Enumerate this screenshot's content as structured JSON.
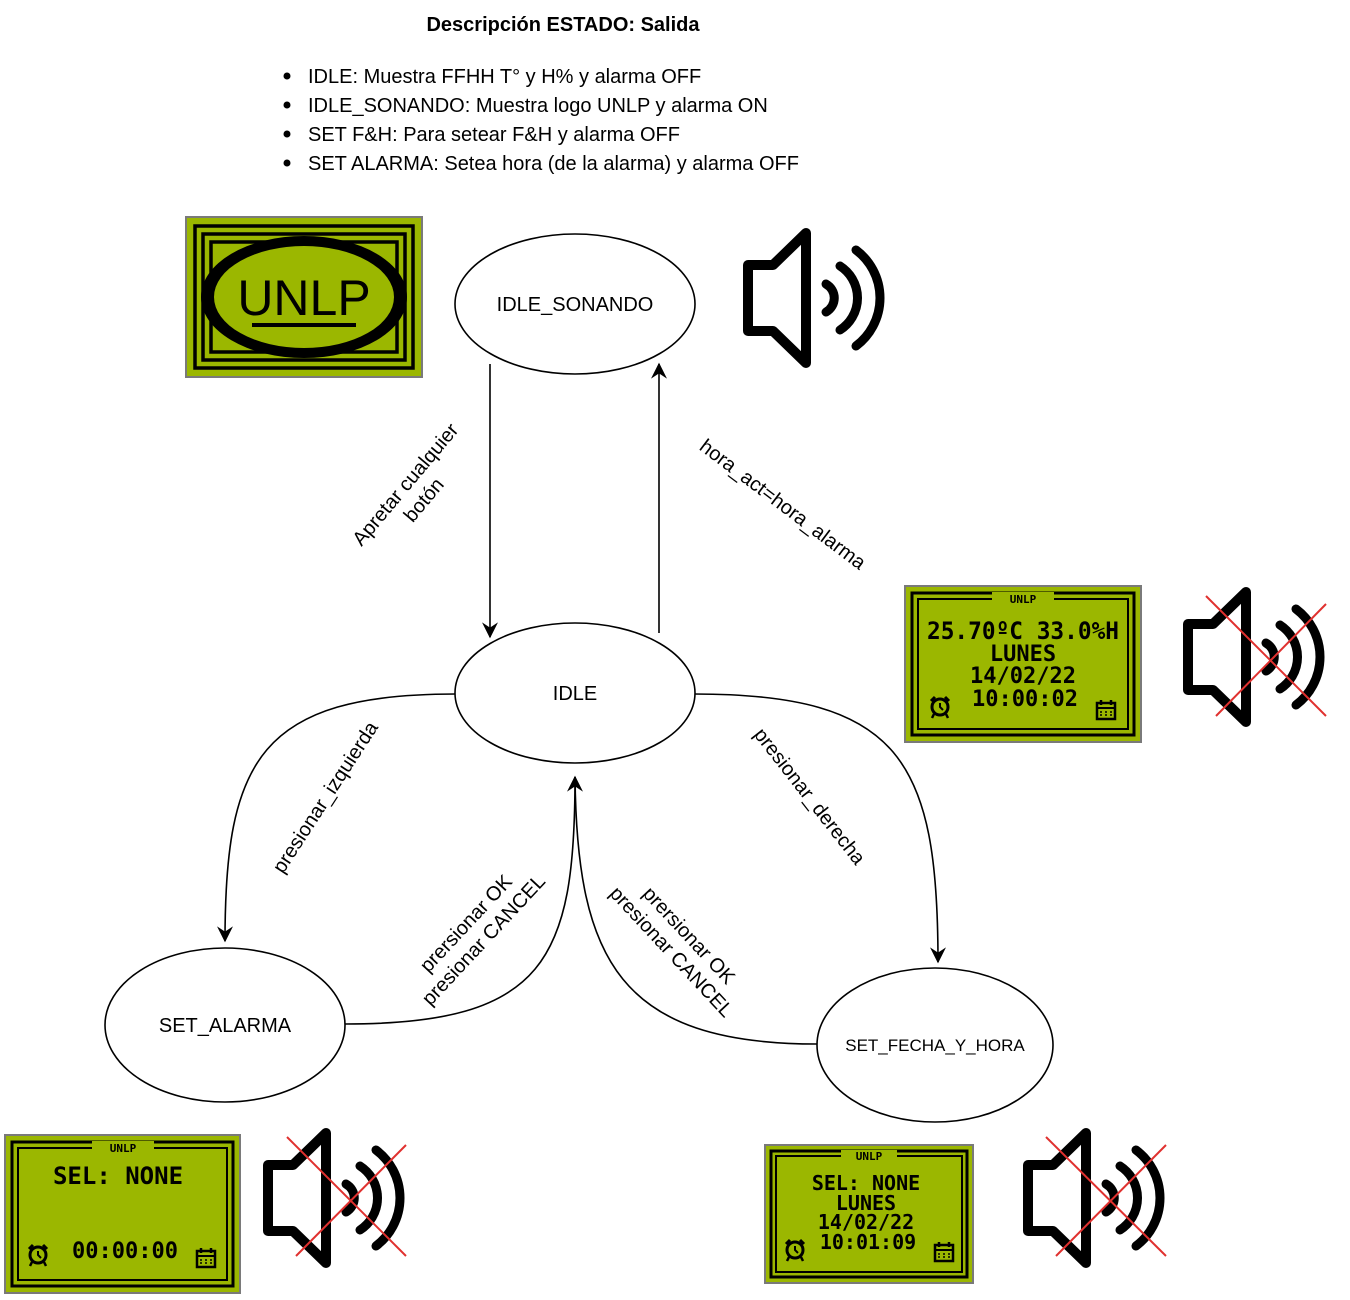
{
  "title": "Descripción ESTADO: Salida",
  "bullets": [
    "IDLE: Muestra FFHH T° y H% y alarma OFF",
    "IDLE_SONANDO: Muestra logo UNLP y alarma ON",
    "SET F&H: Para setear F&H y alarma OFF",
    "SET ALARMA: Setea hora (de la alarma) y alarma OFF"
  ],
  "nodes": {
    "idle_sonando": "IDLE_SONANDO",
    "idle": "IDLE",
    "set_alarma": "SET_ALARMA",
    "set_fecha_y_hora": "SET_FECHA_Y_HORA"
  },
  "edges": {
    "press_any_line1": "Apretar cualquier",
    "press_any_line2": "botón",
    "alarm_time": "hora_act=hora_alarma",
    "press_left": "presionar_izquierda",
    "press_right": "presionar_derecha",
    "left_ok": "prersionar OK",
    "left_cancel": "presionar CANCEL",
    "right_ok": "prersionar OK",
    "right_cancel": "presionar CANCEL"
  },
  "lcd_idle_sonando": {
    "logo": "UNLP"
  },
  "lcd_idle": {
    "header": "UNLP",
    "line1": "25.70ºC  33.0%H",
    "line2": "LUNES",
    "line3": "14/02/22",
    "line4": "10:00:02"
  },
  "lcd_set_alarma": {
    "header": "UNLP",
    "line1": "SEL: NONE",
    "time": "00:00:00"
  },
  "lcd_set_fecha": {
    "header": "UNLP",
    "line1": "SEL: NONE",
    "line2": "LUNES",
    "line3": "14/02/22",
    "line4": "10:01:09"
  },
  "colors": {
    "lcd_green": "#9bb700",
    "cross_red": "#e0312f",
    "stroke": "#000000"
  },
  "icons": {
    "idle_sonando": "speaker-on-icon",
    "idle": "speaker-muted-icon",
    "set_alarma": "speaker-muted-icon",
    "set_fecha_y_hora": "speaker-muted-icon"
  }
}
